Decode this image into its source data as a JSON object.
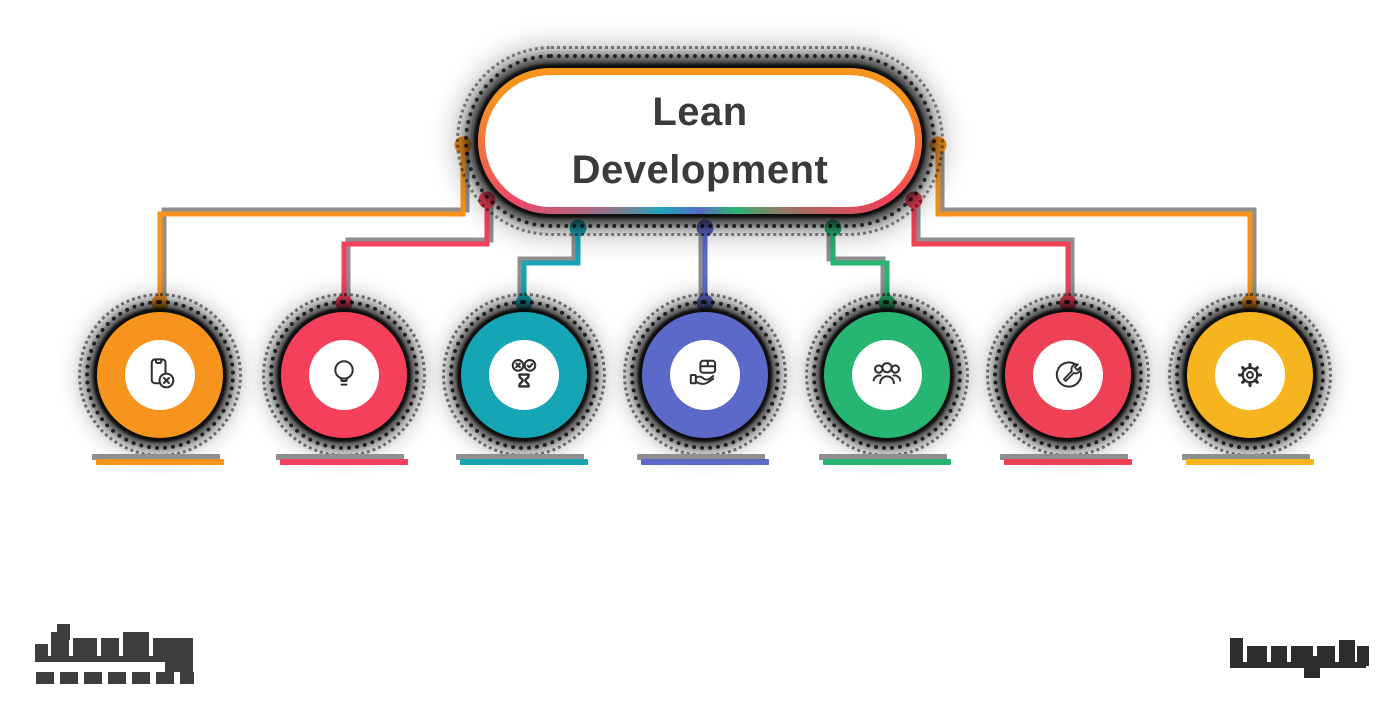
{
  "diagram": {
    "title": {
      "line1": "Lean",
      "line2": "Development",
      "full": "Lean Development"
    },
    "style": {
      "background": "#FFFFFF",
      "title_color": "#3B3B3B",
      "pill_border_gradient": [
        "#F7941E",
        "#F24059",
        "#2BB573",
        "#5A6AC8",
        "#1FA6B8",
        "#ED4866"
      ],
      "connector_shadow": "#8F8F8F",
      "halo_color": "#0E0E0E",
      "icon_stroke": "#2F2F2F"
    },
    "nodes": [
      {
        "icon": "phone-cancel-icon",
        "color": "#F7941E"
      },
      {
        "icon": "lightbulb-icon",
        "color": "#F5405C"
      },
      {
        "icon": "cross-check-hourglass-icon",
        "color": "#16A5B4"
      },
      {
        "icon": "hand-package-icon",
        "color": "#5B6AC8"
      },
      {
        "icon": "team-icon",
        "color": "#27B572"
      },
      {
        "icon": "wrench-icon",
        "color": "#EF4156"
      },
      {
        "icon": "gear-icon",
        "color": "#F6B41E"
      }
    ],
    "watermarks": {
      "left": "pixelated-redacted-logo-with-tagline",
      "right": "pixelated-redacted-logo"
    }
  }
}
